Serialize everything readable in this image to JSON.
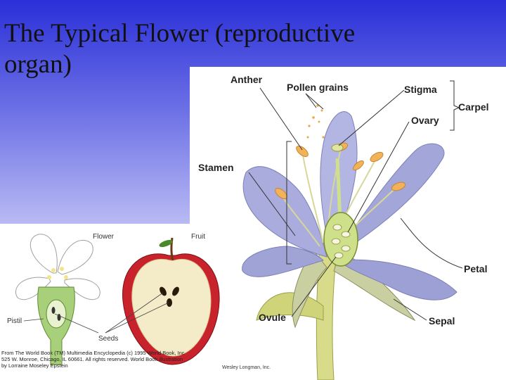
{
  "slide": {
    "title": "The Typical Flower (reproductive organ)"
  },
  "flower_diagram": {
    "labels": {
      "anther": "Anther",
      "pollen_grains": "Pollen grains",
      "stigma": "Stigma",
      "carpel": "Carpel",
      "ovary": "Ovary",
      "stamen": "Stamen",
      "petal": "Petal",
      "ovule": "Ovule",
      "sepal": "Sepal"
    },
    "credit": "Wesley Longman, Inc."
  },
  "apple_diagram": {
    "labels": {
      "flower": "Flower",
      "fruit": "Fruit",
      "pistil": "Pistil",
      "seeds": "Seeds"
    },
    "credit_lines": [
      "From The World Book (TM) Multimedia Encyclopedia (c) 1995 World Book, Inc",
      "525 W. Monroe, Chicago, IL 60661. All rights reserved. World Book illustration",
      "by Lorraine Moseley Epstein"
    ]
  },
  "colors": {
    "background_top": "#2a2fd8",
    "petal": "#a9acdc",
    "anther": "#f2b25a",
    "ovary": "#cfe08a",
    "stem": "#d8dc8a"
  }
}
